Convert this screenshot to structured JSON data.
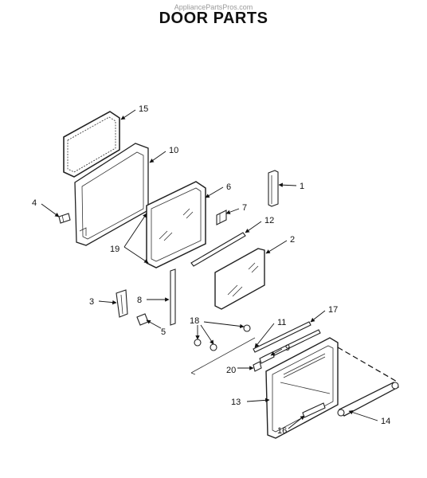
{
  "watermark": "AppliancePartsPros.com",
  "title": "DOOR PARTS",
  "callouts": {
    "c1": "1",
    "c2": "2",
    "c3": "3",
    "c4": "4",
    "c5": "5",
    "c6": "6",
    "c7": "7",
    "c8": "8",
    "c9": "9",
    "c10": "10",
    "c11": "11",
    "c12": "12",
    "c13": "13",
    "c14": "14",
    "c15": "15",
    "c16": "16",
    "c17": "17",
    "c18": "18",
    "c19": "19",
    "c20": "20"
  }
}
